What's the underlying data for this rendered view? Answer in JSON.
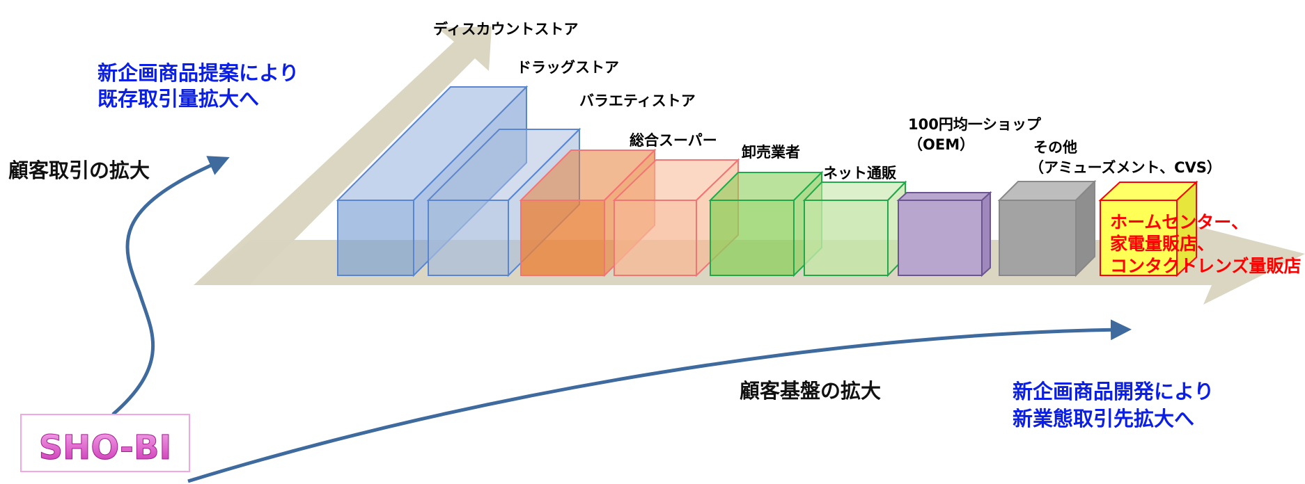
{
  "left_labels": {
    "proposal_line1": "新企画商品提案により",
    "proposal_line2": "既存取引量拡大へ",
    "customer_transactions": "顧客取引の拡大"
  },
  "bottom_labels": {
    "customer_base": "顧客基盤の拡大",
    "development_line1": "新企画商品開発により",
    "development_line2": "新業態取引先拡大へ"
  },
  "logo": {
    "text": "SHO-BI"
  },
  "channels": [
    {
      "name": "discount",
      "label": "ディスカウントストア",
      "color": "#7b9fd4"
    },
    {
      "name": "drugstore",
      "label": "ドラッグストア",
      "color": "#a7bcdc"
    },
    {
      "name": "variety",
      "label": "バラエティストア",
      "color": "#e8823a"
    },
    {
      "name": "gms",
      "label": "総合スーパー",
      "color": "#f7b894"
    },
    {
      "name": "wholesale",
      "label": "卸売業者",
      "color": "#8ecf5c"
    },
    {
      "name": "online",
      "label": "ネット通販",
      "color": "#c4e6a8"
    },
    {
      "name": "hundred-yen",
      "label_line1": "100円均一ショップ",
      "label_line2": "（OEM）",
      "color": "#b9a6cf"
    },
    {
      "name": "other",
      "label_line1": "その他",
      "label_line2": "（アミューズメント、CVS）",
      "color": "#a3a3a3"
    },
    {
      "name": "home-center",
      "label_line1": "ホームセンター、",
      "label_line2": "家電量販店、",
      "label_line3": "コンタクトレンズ量販店",
      "color": "#ffff55"
    }
  ],
  "colors": {
    "axis_arrow": "#d9d4bf",
    "curve_arrow": "#3e6a9e",
    "blue_text": "#0a1ee6",
    "red_text": "#ff0000",
    "logo_pink": "#e050c8"
  }
}
